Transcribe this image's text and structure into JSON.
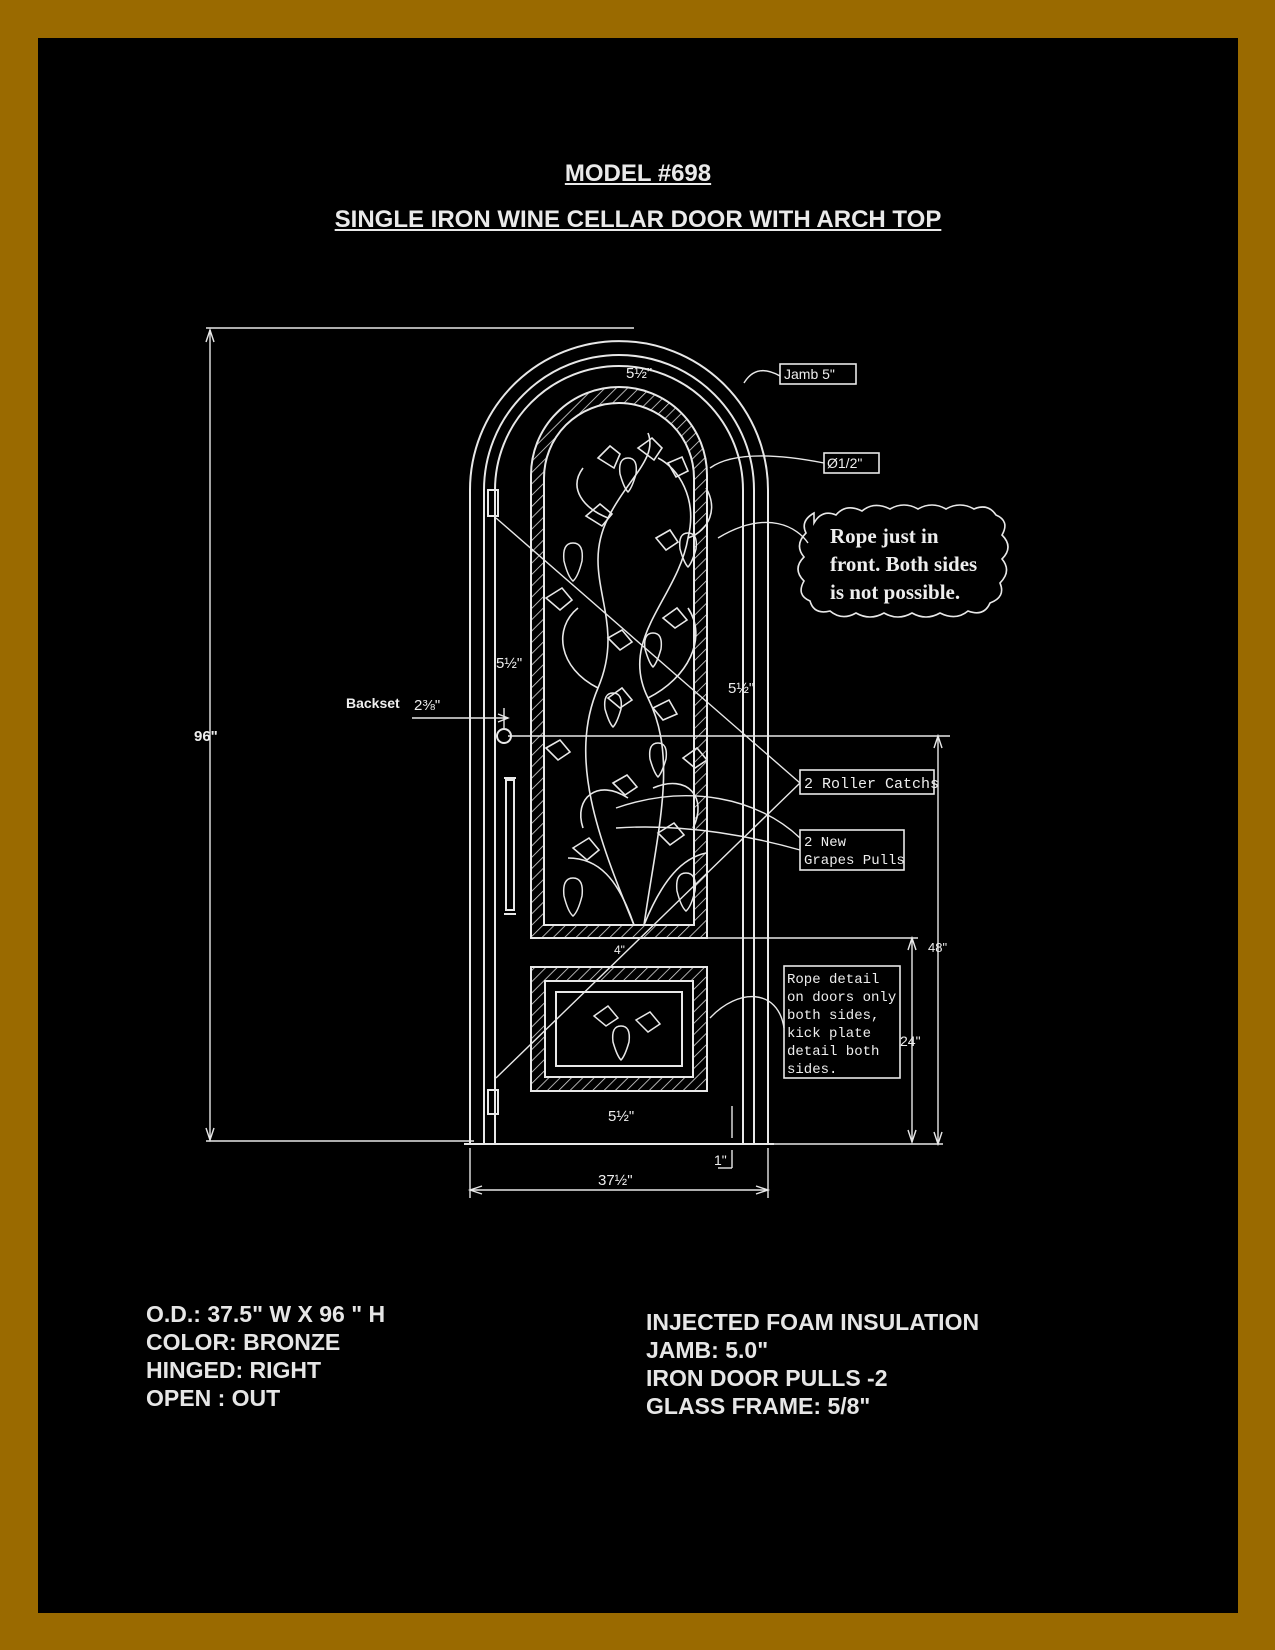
{
  "header": {
    "model": "MODEL #698",
    "description": "SINGLE IRON WINE CELLAR  DOOR WITH ARCH TOP"
  },
  "dimensions": {
    "top_margin": "5½\"",
    "left_margin": "5½\"",
    "right_margin": "5½\"",
    "bottom_margin": "5½\"",
    "middle_rail": "4\"",
    "overall_height": "96\"",
    "overall_width": "37½\"",
    "handle_height": "48\"",
    "kick_height": "24\"",
    "threshold": "1\"",
    "backset_label": "Backset",
    "backset_value": "2⅜\""
  },
  "callouts": {
    "jamb": "Jamb 5\"",
    "bar_diameter": "Ø1/2\"",
    "rope_note": [
      "Rope just in",
      "front. Both sides",
      "is not possible."
    ],
    "roller_catches": "2 Roller Catchs",
    "grapes_pulls": [
      "2 New",
      "Grapes Pulls"
    ],
    "rope_detail": [
      "Rope detail",
      "on doors only",
      "both sides,",
      "kick plate",
      "detail both",
      "sides."
    ]
  },
  "specs_left": [
    "O.D.: 37.5\" W X 96 \" H",
    "COLOR: BRONZE",
    "HINGED: RIGHT",
    "OPEN : OUT"
  ],
  "specs_right": [
    "INJECTED FOAM INSULATION",
    "JAMB: 5.0\"",
    "IRON DOOR PULLS -2",
    "GLASS FRAME: 5/8\""
  ],
  "colors": {
    "frame": "#9a6a00",
    "background": "#000000",
    "linework": "#e8e8e8"
  }
}
